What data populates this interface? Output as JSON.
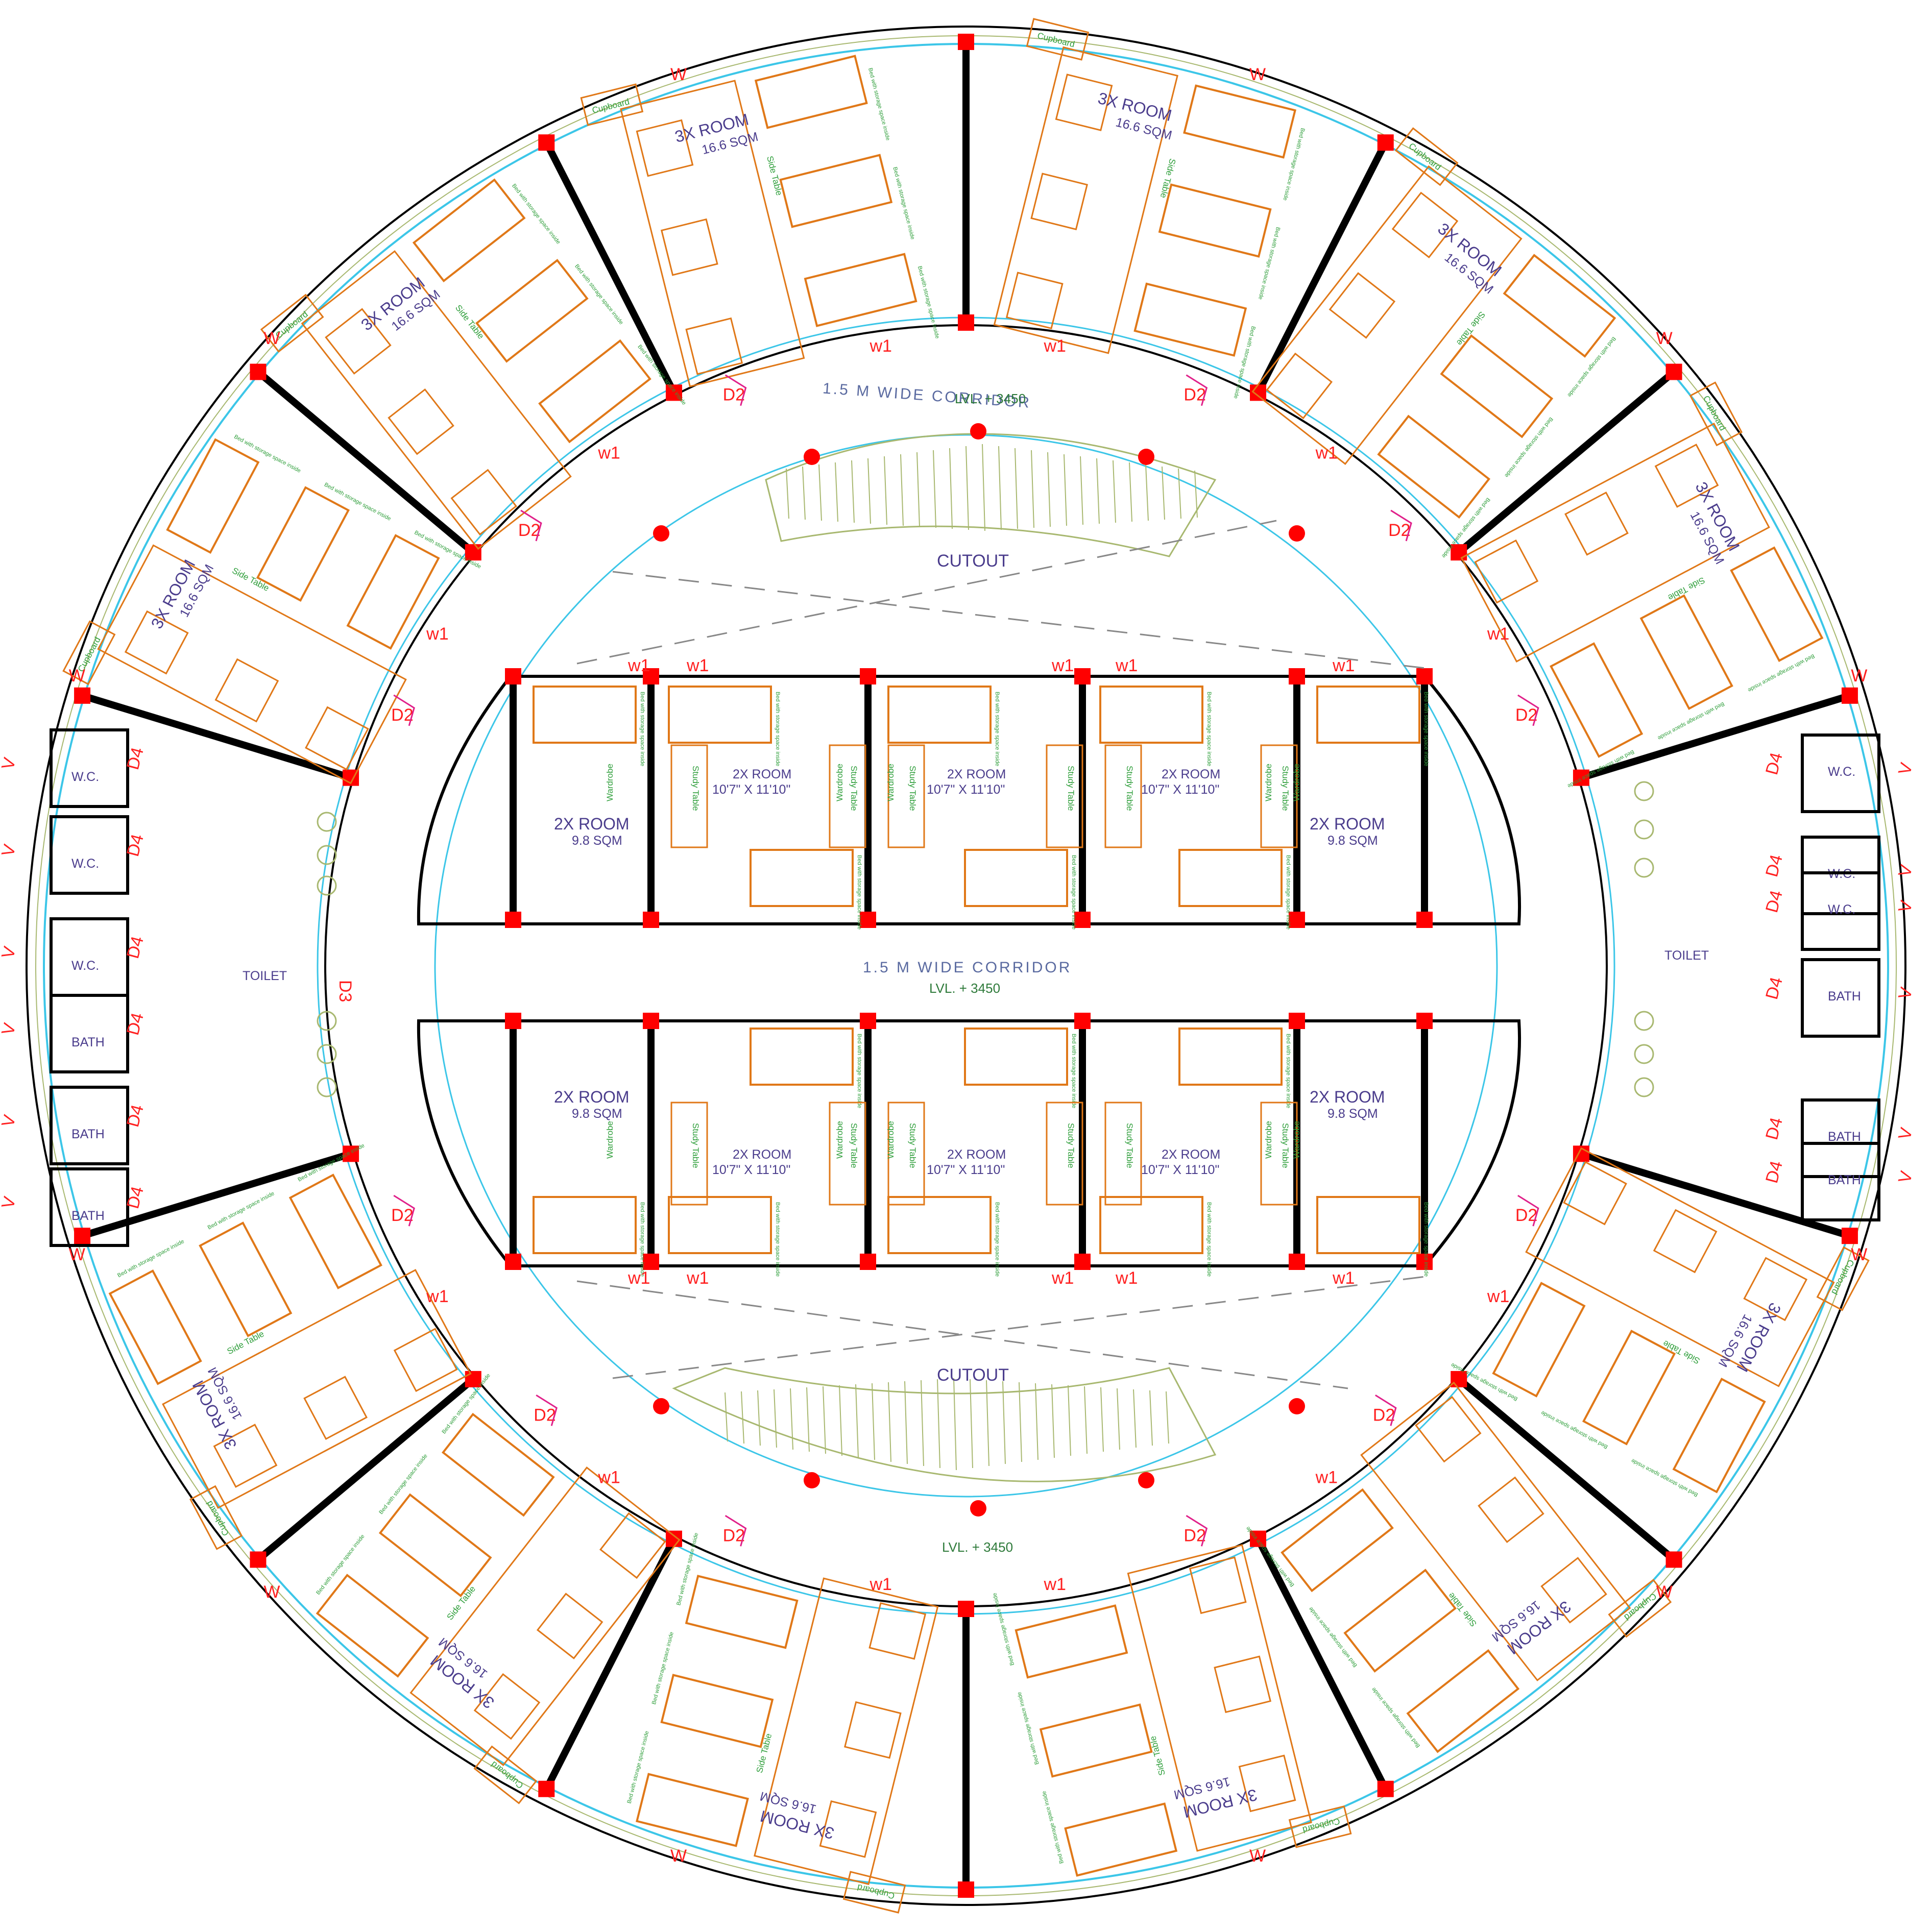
{
  "plan": {
    "colors": {
      "wall": "#000000",
      "column": "#ff0000",
      "furniture": "#e07818",
      "label_green": "#2e9e3a",
      "room_text": "#4a3c8c",
      "window": "#3cc6e8",
      "door": "#e0208a",
      "stair": "#a8b870",
      "window_label": "#ff2020"
    },
    "corridor_top": {
      "text": "1.5 M WIDE CORRIDOR",
      "level": "LVL.  + 3450"
    },
    "corridor_mid": {
      "text": "1.5 M WIDE CORRIDOR",
      "level": "LVL.  + 3450"
    },
    "corridor_bottom": {
      "level": "LVL.  + 3450"
    },
    "cutout_top": "CUTOUT",
    "cutout_bottom": "CUTOUT",
    "toilet_left": "TOILET",
    "toilet_right": "TOILET",
    "room_3x": {
      "name": "3X ROOM",
      "area": "16.6 SQM"
    },
    "room_2x_small": {
      "name": "2X ROOM",
      "area": "9.8 SQM"
    },
    "room_2x_large": {
      "name": "2X ROOM",
      "size": "10'7\" X 11'10\""
    },
    "furniture": {
      "bed": "Bed with storage space inside",
      "side_table": "Side Table",
      "study_table": "Study Table",
      "wardrobe": "Wardrobe",
      "cupboard": "Cupboard"
    },
    "wc": "W.C.",
    "bath": "BATH",
    "tags": {
      "window_outer": "W",
      "window_inner": "w1",
      "door_room": "D2",
      "door_toilet": "D3",
      "door_wc": "D4",
      "vent": "V"
    }
  }
}
